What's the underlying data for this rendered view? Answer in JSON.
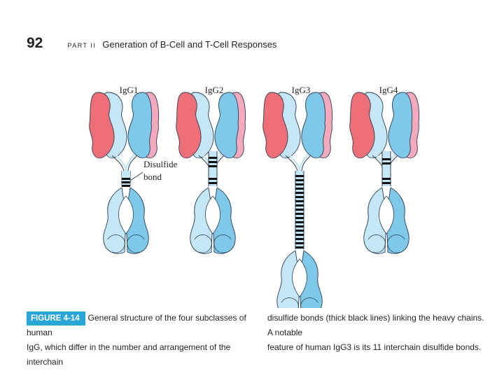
{
  "header": {
    "page_number": "92",
    "part_label": "PART II",
    "running_title": "Generation of B-Cell and T-Cell Responses"
  },
  "figure": {
    "subclass_labels": [
      "IgG1",
      "IgG2",
      "IgG3",
      "IgG4"
    ],
    "annotation_line1": "Disulfide",
    "annotation_line2": "bond",
    "colors": {
      "light_chain_red": "#ee6f78",
      "light_chain_pink": "#f5a9bd",
      "heavy_chain_blue": "#7ec8ea",
      "heavy_chain_light": "#c5e6f6",
      "outline": "#2c3e50",
      "disulfide_bond": "#111111"
    }
  },
  "caption": {
    "badge": "FIGURE 4-14",
    "left_line1": "General structure of the four subclasses of human",
    "left_line2": "IgG, which differ in the number and arrangement of the interchain",
    "right_line1": "disulfide bonds (thick black lines) linking the heavy chains. A notable",
    "right_line2": "feature of human IgG3 is its 11 interchain disulfide bonds.",
    "accent_color": "#29a6d8"
  }
}
